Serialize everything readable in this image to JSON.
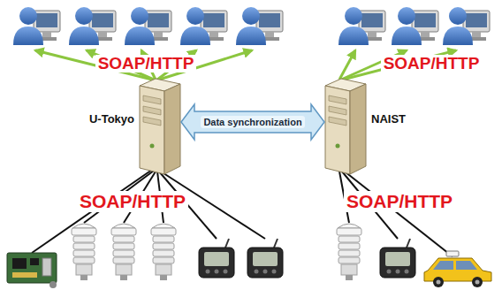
{
  "diagram": {
    "nodes": [
      {
        "text": [
          "U-Tokyo"
        ]
      },
      {
        "text": [
          "NAIST"
        ]
      }
    ],
    "edges": [
      {
        "from": 0,
        "to": 1,
        "arrow": "both",
        "label": "Data synchronization"
      }
    ],
    "labels": [
      "SOAP/HTTP",
      "SOAP/HTTP",
      "SOAP/HTTP",
      "SOAP/HTTP"
    ]
  }
}
